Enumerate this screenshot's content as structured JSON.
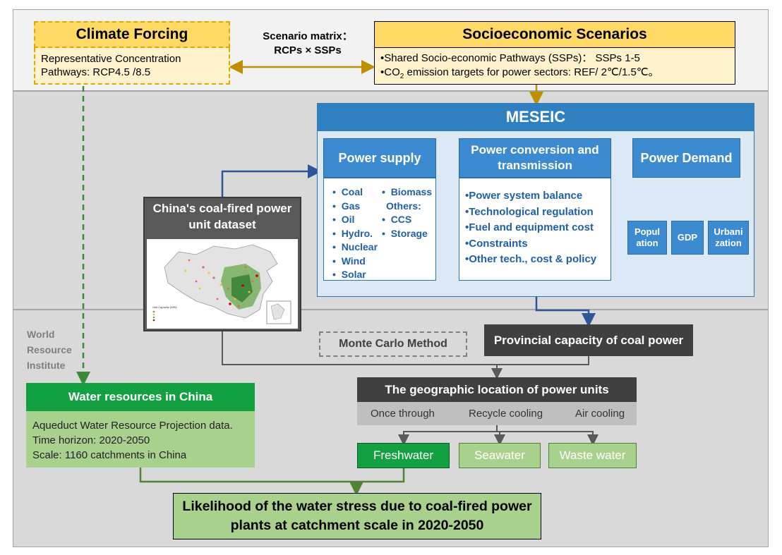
{
  "climate_forcing": {
    "title": "Climate Forcing",
    "line1": "Representative Concentration",
    "line2": "Pathways: RCP4.5 /8.5"
  },
  "scenario_matrix": {
    "line1": "Scenario matrix：",
    "line2": "RCPs × SSPs"
  },
  "socioeconomic": {
    "title": "Socioeconomic Scenarios",
    "line1": "•Shared Socio-economic Pathways (SSPs)： SSPs 1-5",
    "line2_a": "•CO",
    "line2_sub": "2",
    "line2_b": " emission targets for power sectors: REF/ 2℃/1.5℃。"
  },
  "meseic": {
    "title": "MESEIC",
    "power_supply": {
      "title": "Power supply",
      "col1": [
        "Coal",
        "Gas",
        "Oil",
        "Hydro.",
        "Nuclear",
        "Wind",
        "Solar"
      ],
      "col2_top": "Biomass",
      "others_label": "Others:",
      "col2": [
        "CCS",
        "Storage"
      ]
    },
    "power_conversion": {
      "title_line1": "Power conversion and",
      "title_line2": "transmission",
      "items": [
        "•Power system balance",
        "•Technological regulation",
        "•Fuel and equipment cost",
        "•Constraints",
        "•Other tech., cost & policy"
      ]
    },
    "power_demand": {
      "title": "Power Demand",
      "drivers": [
        {
          "line1": "Popul",
          "line2": "ation"
        },
        {
          "line1": "GDP",
          "line2": ""
        },
        {
          "line1": "Urbani",
          "line2": "zation"
        }
      ]
    }
  },
  "dataset": {
    "title_line1": "China's coal-fired power",
    "title_line2": "unit dataset",
    "legend_title": "Unit Capacity (MW)"
  },
  "world_resource": {
    "line1": "World",
    "line2": "Resource",
    "line3": "Institute"
  },
  "monte_carlo": "Monte Carlo Method",
  "provincial_capacity": "Provincial capacity of coal power",
  "geographic": {
    "title": "The geographic location of power units",
    "cooling": [
      "Once through",
      "Recycle cooling",
      "Air cooling"
    ]
  },
  "water_resources": {
    "title": "Water resources in China",
    "lines": [
      "Aqueduct Water Resource Projection data.",
      "Time horizon: 2020-2050",
      "Scale: 1160 catchments in China"
    ]
  },
  "water_types": [
    "Freshwater",
    "Seawater",
    "Waste water"
  ],
  "final": {
    "line1": "Likelihood of the water stress due to coal-fired power",
    "line2": "plants at catchment scale in 2020-2050"
  },
  "colors": {
    "yellow_head": "#ffd966",
    "yellow_body": "#fff2cc",
    "blue_head": "#3c8bd0",
    "blue_text": "#1f5fa8",
    "dark_box": "#404040",
    "green_dark": "#12a040",
    "green_light": "#a9d18e",
    "arrow_gold": "#bf8f00",
    "arrow_blue": "#2f5597",
    "arrow_green": "#548235"
  }
}
